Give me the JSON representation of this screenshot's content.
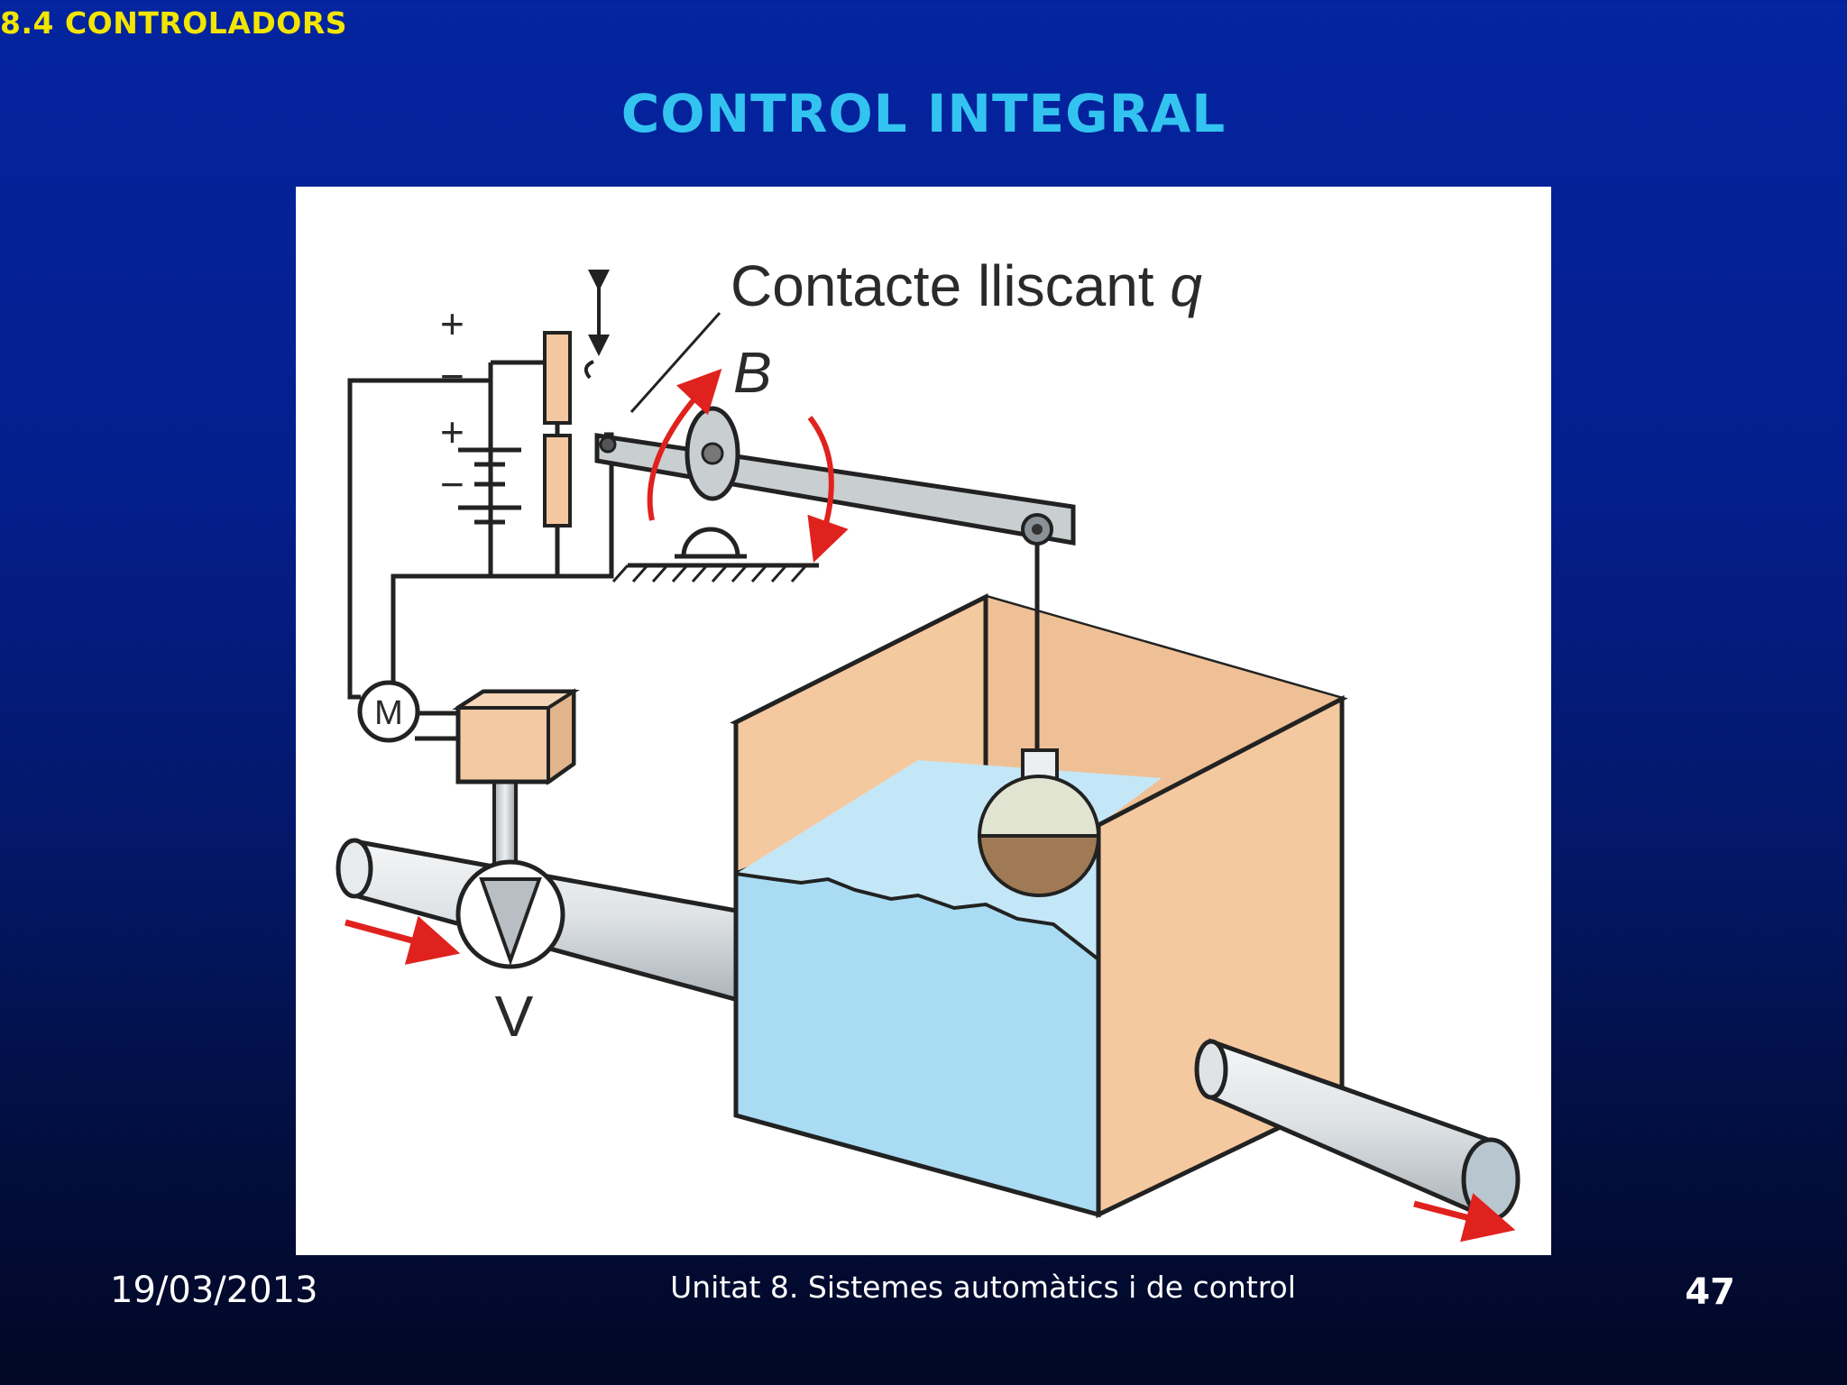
{
  "header": {
    "section": "8.4 CONTROLADORS",
    "title": "CONTROL INTEGRAL"
  },
  "diagram": {
    "caption_text": "Contacte lliscant",
    "caption_var": "q",
    "pivot_label": "B",
    "motor_label": "M",
    "valve_label": "V",
    "battery_top_plus": "+",
    "battery_top_minus": "−",
    "battery_bottom_plus": "+",
    "battery_bottom_minus": "−"
  },
  "footer": {
    "date": "19/03/2013",
    "unit": "Unitat 8. Sistemes automàtics i de control",
    "page": "47"
  },
  "colors": {
    "background_top": "#0424a0",
    "background_bottom": "#010725",
    "section_label": "#f2e600",
    "title": "#33c3f0",
    "water": "#a9dcf3",
    "tank": "#f5c9a0",
    "flow_arrow": "#e0221f"
  }
}
